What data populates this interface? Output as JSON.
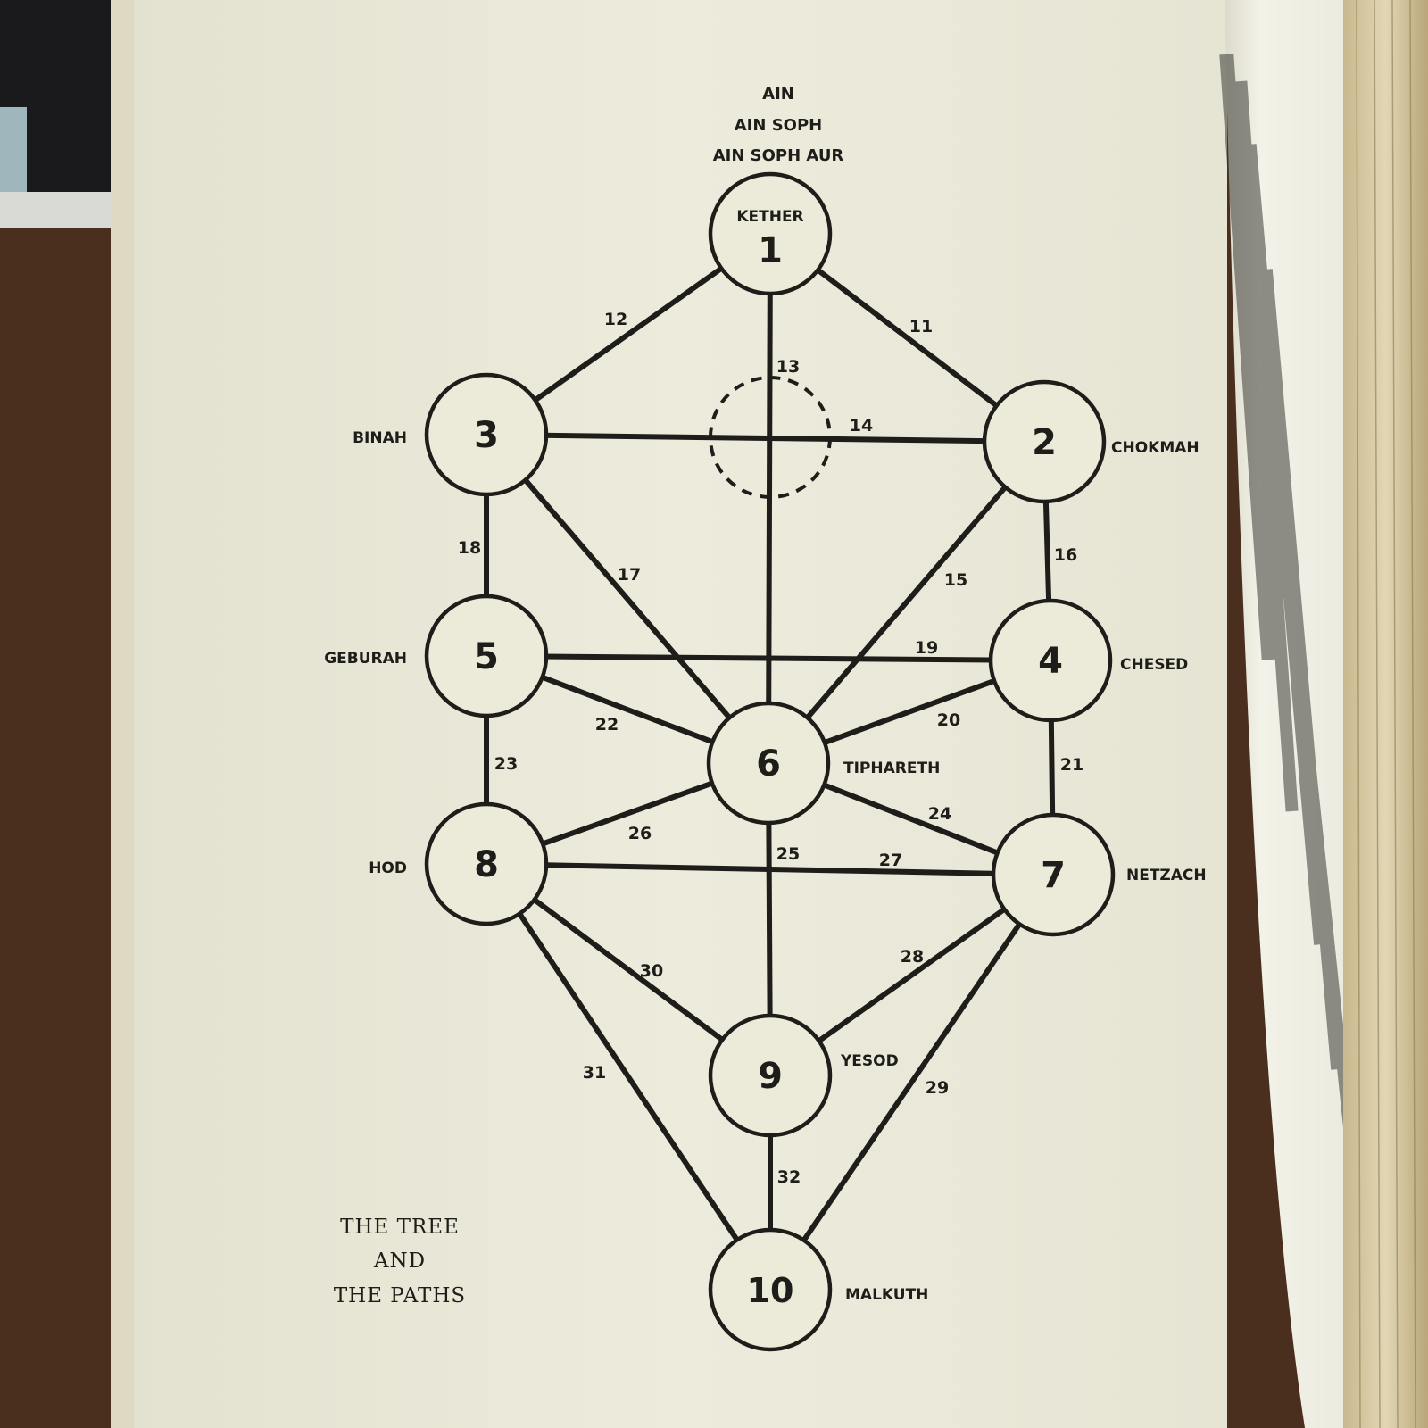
{
  "colors": {
    "ink": "#1e1d1a",
    "paper": "#ecead9",
    "right_page": "#f2f1e6",
    "table": "#4a2e1e"
  },
  "header": {
    "lines": [
      "AIN",
      "AIN SOPH",
      "AIN SOPH AUR"
    ]
  },
  "caption": {
    "lines": [
      "THE TREE",
      "AND",
      "THE PATHS"
    ]
  },
  "sephiroth": [
    {
      "number": "1",
      "name": "KETHER"
    },
    {
      "number": "2",
      "name": "CHOKMAH"
    },
    {
      "number": "3",
      "name": "BINAH"
    },
    {
      "number": "4",
      "name": "CHESED"
    },
    {
      "number": "5",
      "name": "GEBURAH"
    },
    {
      "number": "6",
      "name": "TIPHARETH"
    },
    {
      "number": "7",
      "name": "NETZACH"
    },
    {
      "number": "8",
      "name": "HOD"
    },
    {
      "number": "9",
      "name": "YESOD"
    },
    {
      "number": "10",
      "name": "MALKUTH"
    }
  ],
  "paths": [
    {
      "number": "11",
      "from": "1",
      "to": "2"
    },
    {
      "number": "12",
      "from": "1",
      "to": "3"
    },
    {
      "number": "13",
      "from": "1",
      "to": "6"
    },
    {
      "number": "14",
      "from": "3",
      "to": "2"
    },
    {
      "number": "15",
      "from": "2",
      "to": "6"
    },
    {
      "number": "16",
      "from": "2",
      "to": "4"
    },
    {
      "number": "17",
      "from": "3",
      "to": "6"
    },
    {
      "number": "18",
      "from": "3",
      "to": "5"
    },
    {
      "number": "19",
      "from": "5",
      "to": "4"
    },
    {
      "number": "20",
      "from": "4",
      "to": "6"
    },
    {
      "number": "21",
      "from": "4",
      "to": "7"
    },
    {
      "number": "22",
      "from": "5",
      "to": "6"
    },
    {
      "number": "23",
      "from": "5",
      "to": "8"
    },
    {
      "number": "24",
      "from": "6",
      "to": "7"
    },
    {
      "number": "25",
      "from": "6",
      "to": "9"
    },
    {
      "number": "26",
      "from": "6",
      "to": "8"
    },
    {
      "number": "27",
      "from": "8",
      "to": "7"
    },
    {
      "number": "28",
      "from": "7",
      "to": "9"
    },
    {
      "number": "29",
      "from": "7",
      "to": "10"
    },
    {
      "number": "30",
      "from": "8",
      "to": "9"
    },
    {
      "number": "31",
      "from": "8",
      "to": "10"
    },
    {
      "number": "32",
      "from": "9",
      "to": "10"
    }
  ]
}
